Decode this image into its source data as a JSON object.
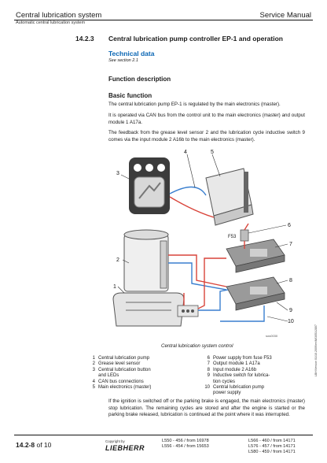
{
  "header": {
    "title": "Central lubrication system",
    "manual": "Service Manual",
    "subtitle": "Automatic central lubrication system"
  },
  "section": {
    "number": "14.2.3",
    "title": "Central lubrication pump controller EP-1 and operation"
  },
  "technical": {
    "heading": "Technical data",
    "see": "See section 2.1"
  },
  "function": {
    "heading": "Function description",
    "sub": "Basic function",
    "p1": "The central lubrication pump EP-1 is regulated by the main electronics (master).",
    "p2": "It is operated via CAN bus from the control unit to the main electronics (master) and output module 1 A17a.",
    "p3": "The feedback from the grease level sensor 2 and the lubrication cycle inductive switch 9 comes via the input module 2 A16b to the main electronics (master)."
  },
  "figure": {
    "callouts": [
      "1",
      "2",
      "3",
      "4",
      "5",
      "6",
      "7",
      "8",
      "9",
      "10"
    ],
    "fuse_label": "F53",
    "ref_code": "sos0030",
    "caption": "Central lubrication system control"
  },
  "legend": {
    "left": [
      {
        "n": "1",
        "t": "Central lubrication pump"
      },
      {
        "n": "2",
        "t": "Grease level sensor"
      },
      {
        "n": "3",
        "t": "Central lubrication button"
      },
      {
        "n": "",
        "t": "and LEDs"
      },
      {
        "n": "4",
        "t": "CAN bus connections"
      },
      {
        "n": "5",
        "t": "Main electronics (master)"
      }
    ],
    "right": [
      {
        "n": "6",
        "t": "Power supply from fuse F53"
      },
      {
        "n": "7",
        "t": "Output module 1 A17a"
      },
      {
        "n": "8",
        "t": "Input module 2 A16b"
      },
      {
        "n": "9",
        "t": "Inductive switch for lubrica-"
      },
      {
        "n": "",
        "t": "tion cycles"
      },
      {
        "n": "10",
        "t": "Central lubrication pump"
      },
      {
        "n": "",
        "t": "power supply"
      }
    ]
  },
  "closing": "If the ignition is switched off or the parking brake is engaged, the main electronics (master) stop lubrication. The remaining cycles are stored and after the engine is started or the parking brake released, lubrication is continued at the point where it was interrupted.",
  "side_text": "LBH/Version 01/10.2009/en/M/3051/2807",
  "footer": {
    "page": "14.2-8",
    "of": "of 10",
    "copyright": "Copyright by",
    "brand": "LIEBHERR",
    "models_left": [
      "L550 - 456 / from 16978",
      "L556 - 454 / from 15653"
    ],
    "models_right": [
      "L566 - 460 / from 14171",
      "L576 - 457 / from 14171",
      "L580 - 459 / from 14171"
    ]
  },
  "colors": {
    "accent": "#0a66b4",
    "wire_red": "#d9443a",
    "wire_blue": "#3a7fcf"
  }
}
